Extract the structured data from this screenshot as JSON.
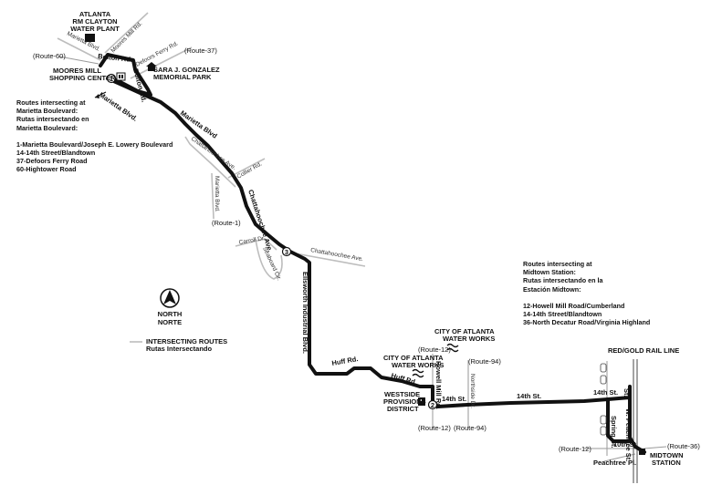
{
  "title_top": [
    "ATLANTA",
    "RM CLAYTON",
    "WATER PLANT"
  ],
  "landmarks": {
    "moores_mill": [
      "MOORES MILL",
      "SHOPPING CENTER"
    ],
    "sara": [
      "SARA J. GONZALEZ",
      "MEMORIAL PARK"
    ],
    "water_works_1": [
      "CITY OF ATLANTA",
      "WATER WORKS"
    ],
    "water_works_2": [
      "CITY OF ATLANTA",
      "WATER WORKS"
    ],
    "westside": [
      "WESTSIDE",
      "PROVISIONS",
      "DISTRICT"
    ],
    "midtown": [
      "MIDTOWN",
      "STATION"
    ],
    "rail_line": "RED/GOLD RAIL LINE"
  },
  "streets": {
    "marietta_blvd_nw": "Marietta Blvd.",
    "moores_mill_rd": "Moores Mill Rd.",
    "defoors_ferry": "Defoors Ferry Rd.",
    "bolton_rd": "Bolton Rd.",
    "bolton_rd2": "Bolton Rd.",
    "marietta_blvd_1": "Marietta Blvd.",
    "marietta_blvd_2": "Marietta Blvd",
    "chattahoochee_ave_1": "Chattahoochee Ave.",
    "marietta_blvd_3": "Marietta Blvd.",
    "collier_rd": "Collier Rd.",
    "chattahoochee_ave_2": "Chattahoochee Ave.",
    "carroll_dr": "Carroll Dr.",
    "seaboard": "Seaboard Cir.",
    "chattahoochee_ave_3": "Chattahoochee Ave.",
    "ellsworth": "Ellsworth Industrial Blvd.",
    "huff_rd_1": "Huff Rd.",
    "huff_rd_2": "Huff Rd.",
    "howell_mill": "Howell Mill Rd.",
    "northside": "Northside Dr.",
    "st14_a": "14th St.",
    "st14_b": "14th St.",
    "st14_c": "14th St.",
    "spring_st": "Spring St.",
    "w_peachtree": "W. Peachtree St.",
    "st10": "10th St.",
    "peachtree_pl": "Peachtree Pl."
  },
  "route_tags": {
    "r37": "(Route-37)",
    "r60": "(Route-60)",
    "r1": "(Route-1)",
    "r12_a": "(Route-12)",
    "r94_a": "(Route-94)",
    "r12_b": "(Route-12)",
    "r94_b": "(Route-94)",
    "r12_c": "(Route-12)",
    "r36": "(Route-36)"
  },
  "stop_numbers": {
    "s1": "1",
    "s2": "2",
    "s3": "3"
  },
  "notes": {
    "marietta": [
      "Routes intersecting at",
      "Marietta Boulevard:",
      "Rutas intersectando en",
      "Marietta Boulevard:",
      "",
      "1-Marietta Boulevard/Joseph E. Lowery Boulevard",
      "14-14th Street/Blandtown",
      "37-Defoors Ferry Road",
      "60-Hightower Road"
    ],
    "midtown": [
      "Routes intersecting at",
      "Midtown Station:",
      "Rutas intersectando en la",
      "Estación Midtown:",
      "",
      "12-Howell Mill Road/Cumberland",
      "14-14th Street/Blandtown",
      "36-North Decatur Road/Virginia Highland"
    ]
  },
  "compass": {
    "en": "NORTH",
    "es": "NORTE"
  },
  "legend": {
    "en": "INTERSECTING ROUTES",
    "es": "Rutas Intersectando"
  },
  "colors": {
    "route": "#111111",
    "streets": "#bdbdbd",
    "background": "#ffffff"
  },
  "icons": [
    "water-plant-icon",
    "park-icon",
    "water-icon",
    "building-icon",
    "rail-station-icon",
    "compass-arrow-icon",
    "direction-arrow-icon"
  ]
}
